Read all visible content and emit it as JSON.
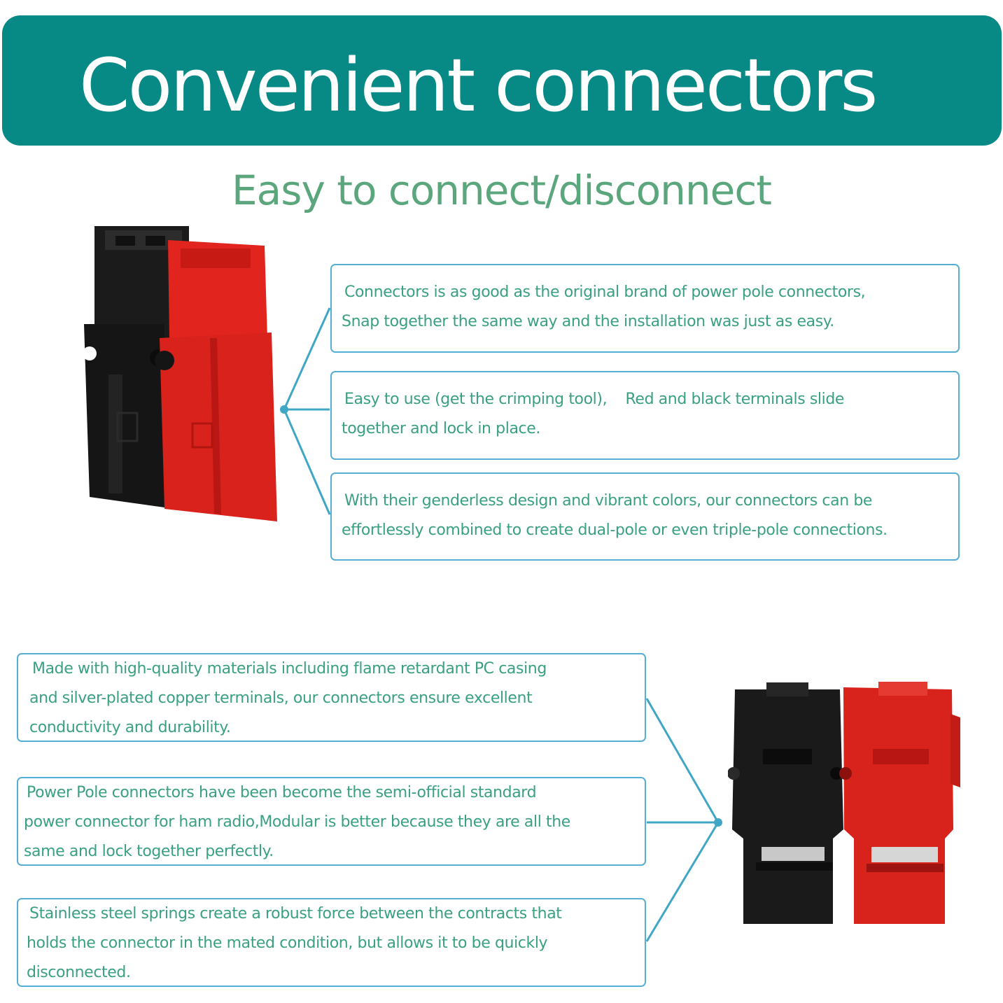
{
  "header": {
    "title": "Convenient connectors",
    "banner_color": "#078a86"
  },
  "subtitle": "Easy to connect/disconnect",
  "accent_colors": {
    "text_green": "#3aa082",
    "subtitle_green": "#5ba67d",
    "box_border": "#55aed3",
    "connector_red": "#e0231e",
    "connector_black": "#1d1d1d"
  },
  "features_top": [
    {
      "line1": "Connectors is as good as the original brand of power pole connectors,",
      "line2": "Snap together the same way and the installation was just as easy."
    },
    {
      "line1": "Easy to use (get the crimping tool),    Red and black terminals slide",
      "line2": "together and lock in place."
    },
    {
      "line1": "With their genderless design and vibrant colors, our connectors can be",
      "line2": "effortlessly combined to create dual-pole or even triple-pole connections."
    }
  ],
  "features_bottom": [
    {
      "line1": "Made with high-quality materials including flame retardant PC casing",
      "line2": "and silver-plated copper terminals, our connectors ensure excellent",
      "line3": "conductivity and durability."
    },
    {
      "line1": "Power Pole connectors have been become the semi-official standard",
      "line2": "power connector for ham radio,Modular is better because they are all the",
      "line3": "same and lock together perfectly."
    },
    {
      "line1": "Stainless steel springs create a robust force between the contracts that",
      "line2": "holds the connector in the mated condition, but allows it to be quickly",
      "line3": "disconnected."
    }
  ],
  "images": {
    "top_product": "connector-pair-front-icon",
    "bottom_product": "connector-pair-angled-icon"
  }
}
